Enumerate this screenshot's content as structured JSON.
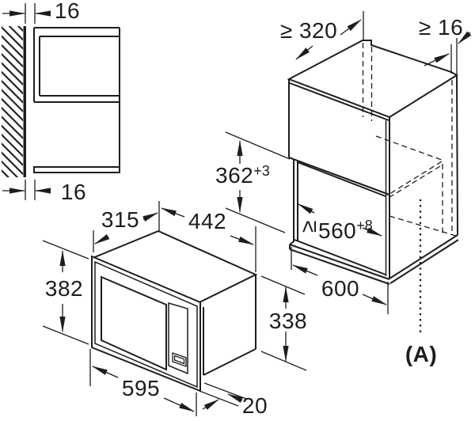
{
  "colors": {
    "line": "#1d1d1b",
    "background": "#ffffff"
  },
  "side_view": {
    "top_gap": "16",
    "bottom_gap": "16"
  },
  "cabinet_view": {
    "depth_min": "≥ 320",
    "rear_gap_min": "≥ 16",
    "niche_height": "362",
    "niche_height_tolerance": "+3",
    "niche_width_prefix": "≥",
    "niche_width": "560",
    "niche_width_tolerance": "+8",
    "cabinet_width": "600",
    "section_ref": "(A)"
  },
  "appliance_view": {
    "depth": "315",
    "body_width": "442",
    "front_height": "382",
    "body_height": "338",
    "front_width": "595",
    "front_overhang": "20"
  }
}
